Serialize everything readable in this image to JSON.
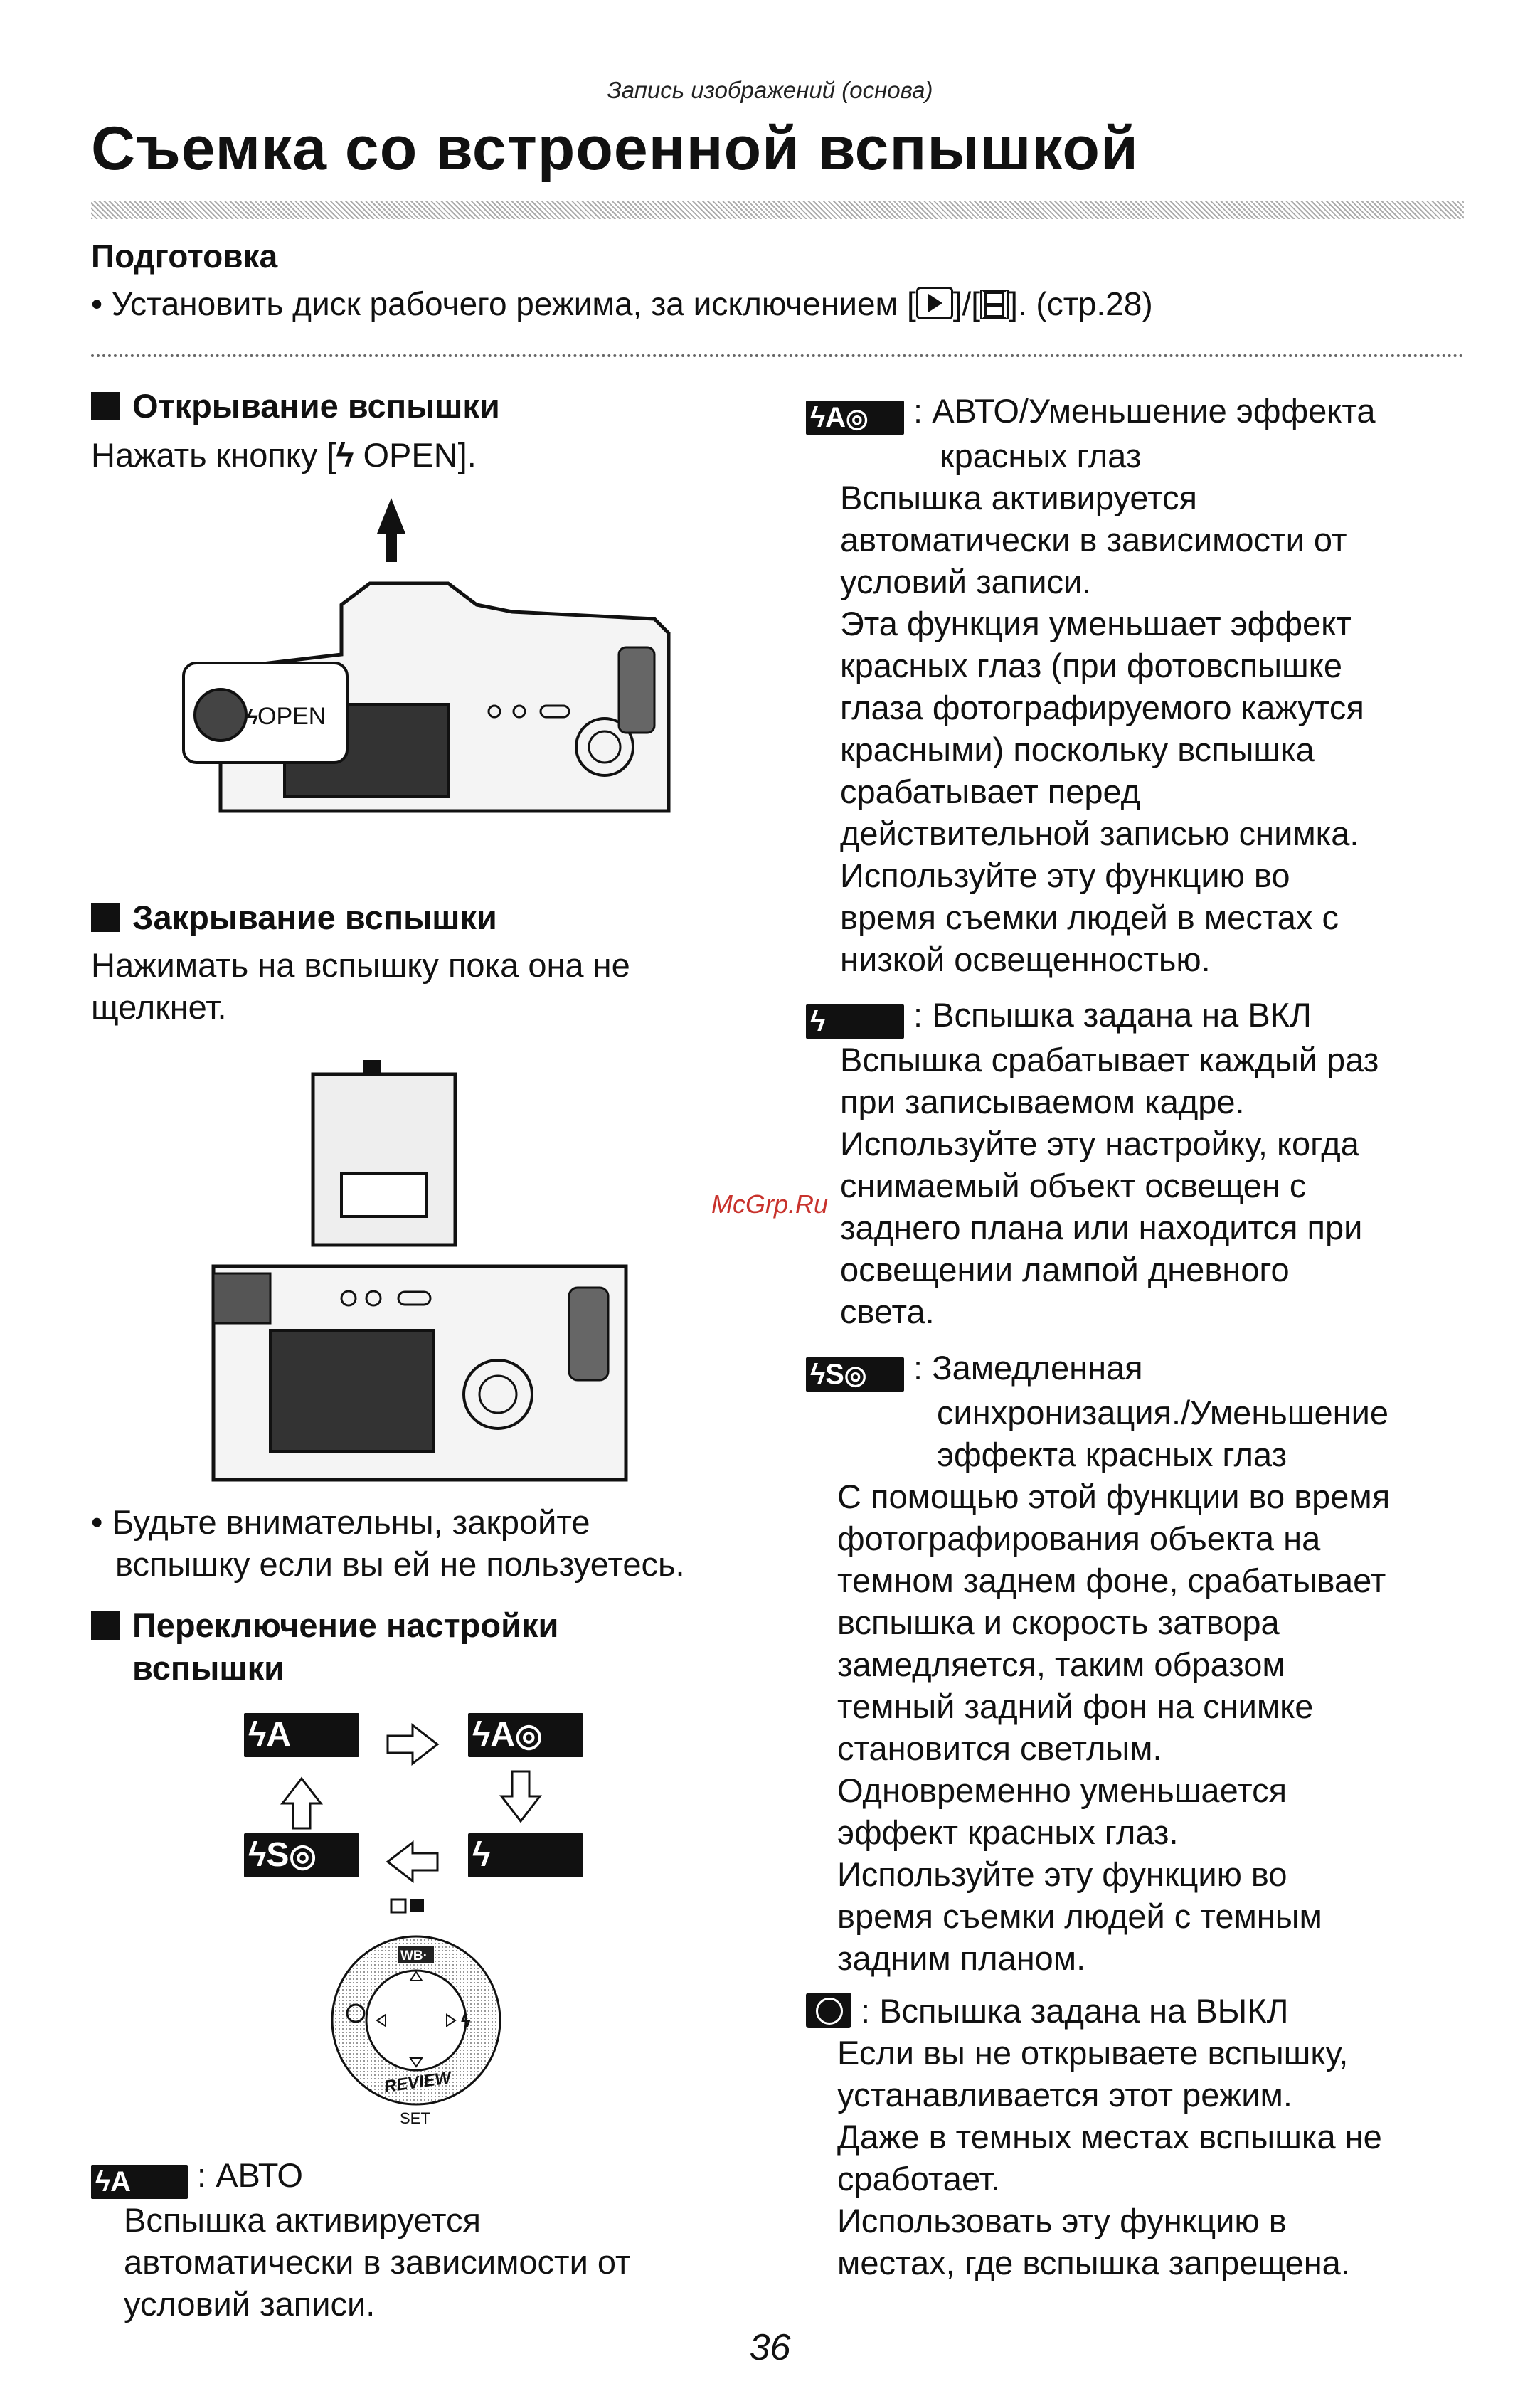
{
  "header": {
    "section": "Запись изображений (основа)",
    "title": "Съемка со встроенной вспышкой"
  },
  "preparation": {
    "heading": "Подготовка",
    "text_before": "• Установить диск рабочего режима, за исключением [",
    "text_mid": "]/[",
    "text_after": "]. (стр.28)"
  },
  "open_flash": {
    "heading": "Открывание вспышки",
    "text_before": "Нажать кнопку [",
    "text_after": " OPEN].",
    "callout_label": "OPEN"
  },
  "close_flash": {
    "heading": "Закрывание вспышки",
    "lines": [
      "Нажимать на вспышку пока она не",
      "щелкнет."
    ]
  },
  "caution": {
    "lines": [
      "• Будьте внимательны, закройте",
      "вспышку если вы ей не пользуетесь."
    ]
  },
  "switch": {
    "heading_lines": [
      "Переключение настройки",
      "вспышки"
    ]
  },
  "dial": {
    "top_label": "WB·",
    "bottom_label": "REVIEW",
    "set_label": "SET"
  },
  "modes": [
    {
      "badge": "A",
      "title_lines": [
        "АВТО"
      ],
      "body": [
        "Вспышка активируется",
        "автоматически в зависимости от",
        "условий записи."
      ]
    },
    {
      "badge": "A",
      "title_lines": [
        "АВТО/Уменьшение эффекта",
        "красных глаз"
      ],
      "body": [
        "Вспышка активируется",
        "автоматически в зависимости от",
        "условий записи.",
        "Эта функция уменьшает эффект",
        "красных глаз (при фотовспышке",
        "глаза фотографируемого кажутся",
        "красными) поскольку вспышка",
        "срабатывает перед",
        "действительной записью снимка.",
        "Используйте эту функцию во",
        "время съемки людей в местах с",
        "низкой освещенностью."
      ]
    },
    {
      "badge": "",
      "title_lines": [
        "Вспышка задана на ВКЛ"
      ],
      "body": [
        "Вспышка срабатывает каждый раз",
        "при записываемом кадре.",
        "Используйте эту настройку, когда",
        "снимаемый объект освещен с",
        "заднего плана или находится при",
        "освещении лампой дневного",
        "света."
      ]
    },
    {
      "badge": "S",
      "title_lines": [
        "Замедленная",
        "синхронизация./Уменьшение",
        "эффекта красных глаз"
      ],
      "body": [
        "С помощью этой функции во время",
        "фотографирования объекта на",
        "темном заднем фоне, срабатывает",
        "вспышка и скорость затвора",
        "замедляется, таким образом",
        "темный задний фон на снимке",
        "становится светлым.",
        "Одновременно уменьшается",
        "эффект красных глаз.",
        "Используйте эту функцию во",
        "время съемки людей с темным",
        "задним планом."
      ]
    },
    {
      "badge": "",
      "title_lines": [
        "Вспышка задана на ВЫКЛ"
      ],
      "body": [
        "Если вы не открываете вспышку,",
        "устанавливается этот режим.",
        "Даже в темных местах вспышка не",
        "сработает.",
        "Использовать эту функцию в",
        "местах, где вспышка запрещена."
      ]
    }
  ],
  "watermark": "McGrp.Ru",
  "page_number": "36"
}
